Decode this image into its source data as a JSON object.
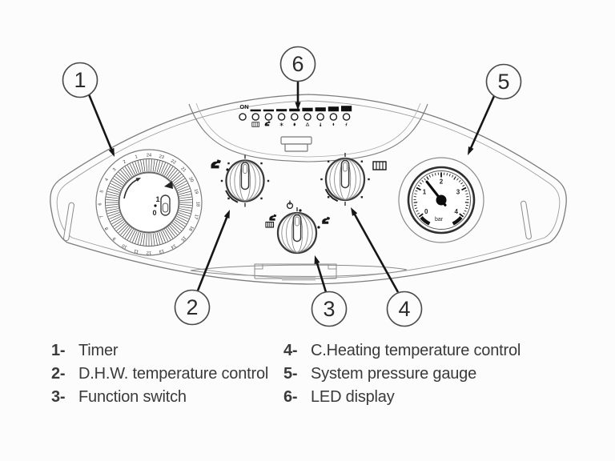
{
  "palette": {
    "ink": "#161616",
    "line": "#7c7c7c",
    "panel": "#fcfcfc",
    "text": "#3a3a3a"
  },
  "figure": {
    "legend_separator": "-",
    "callouts": [
      {
        "number": "1",
        "label": "Timer"
      },
      {
        "number": "2",
        "label": "D.H.W. temperature control"
      },
      {
        "number": "3",
        "label": "Function switch"
      },
      {
        "number": "4",
        "label": "C.Heating temperature control"
      },
      {
        "number": "5",
        "label": "System pressure gauge"
      },
      {
        "number": "6",
        "label": "LED display"
      }
    ]
  },
  "led_display": {
    "on_label": "ON",
    "leds": [
      {
        "icon": "power"
      },
      {
        "icon": "radiator",
        "bar": 2.5
      },
      {
        "icon": "tap",
        "bar": 2.5
      },
      {
        "icon": "fan",
        "bar": 3
      },
      {
        "icon": "flame",
        "bar": 3.5
      },
      {
        "icon": "warning",
        "bar": 4.5
      },
      {
        "icon": "thermometer",
        "bar": 5
      },
      {
        "icon": "drop",
        "bar": 6
      },
      {
        "icon": "bolt",
        "bar": 7
      }
    ]
  },
  "timer": {
    "hour_labels": [
      "1",
      "2",
      "3",
      "4",
      "5",
      "6",
      "7",
      "8",
      "9",
      "10",
      "11",
      "12",
      "13",
      "14",
      "15",
      "16",
      "17",
      "18",
      "19",
      "20",
      "21",
      "22",
      "23",
      "24"
    ],
    "switch": {
      "on": "1",
      "off": "0"
    },
    "rotation": "clockwise"
  },
  "knobs": {
    "dhw": {
      "icon": "tap"
    },
    "function": {
      "top_icon": "lamp",
      "left_icon": "radiator-tap",
      "right_icon": "tap"
    },
    "heating": {
      "icon": "radiator"
    }
  },
  "gauge": {
    "unit": "bar",
    "min": 0,
    "max": 4,
    "tick_labels": [
      "0",
      "1",
      "2",
      "3",
      "4"
    ],
    "needle_value": 1.4
  }
}
